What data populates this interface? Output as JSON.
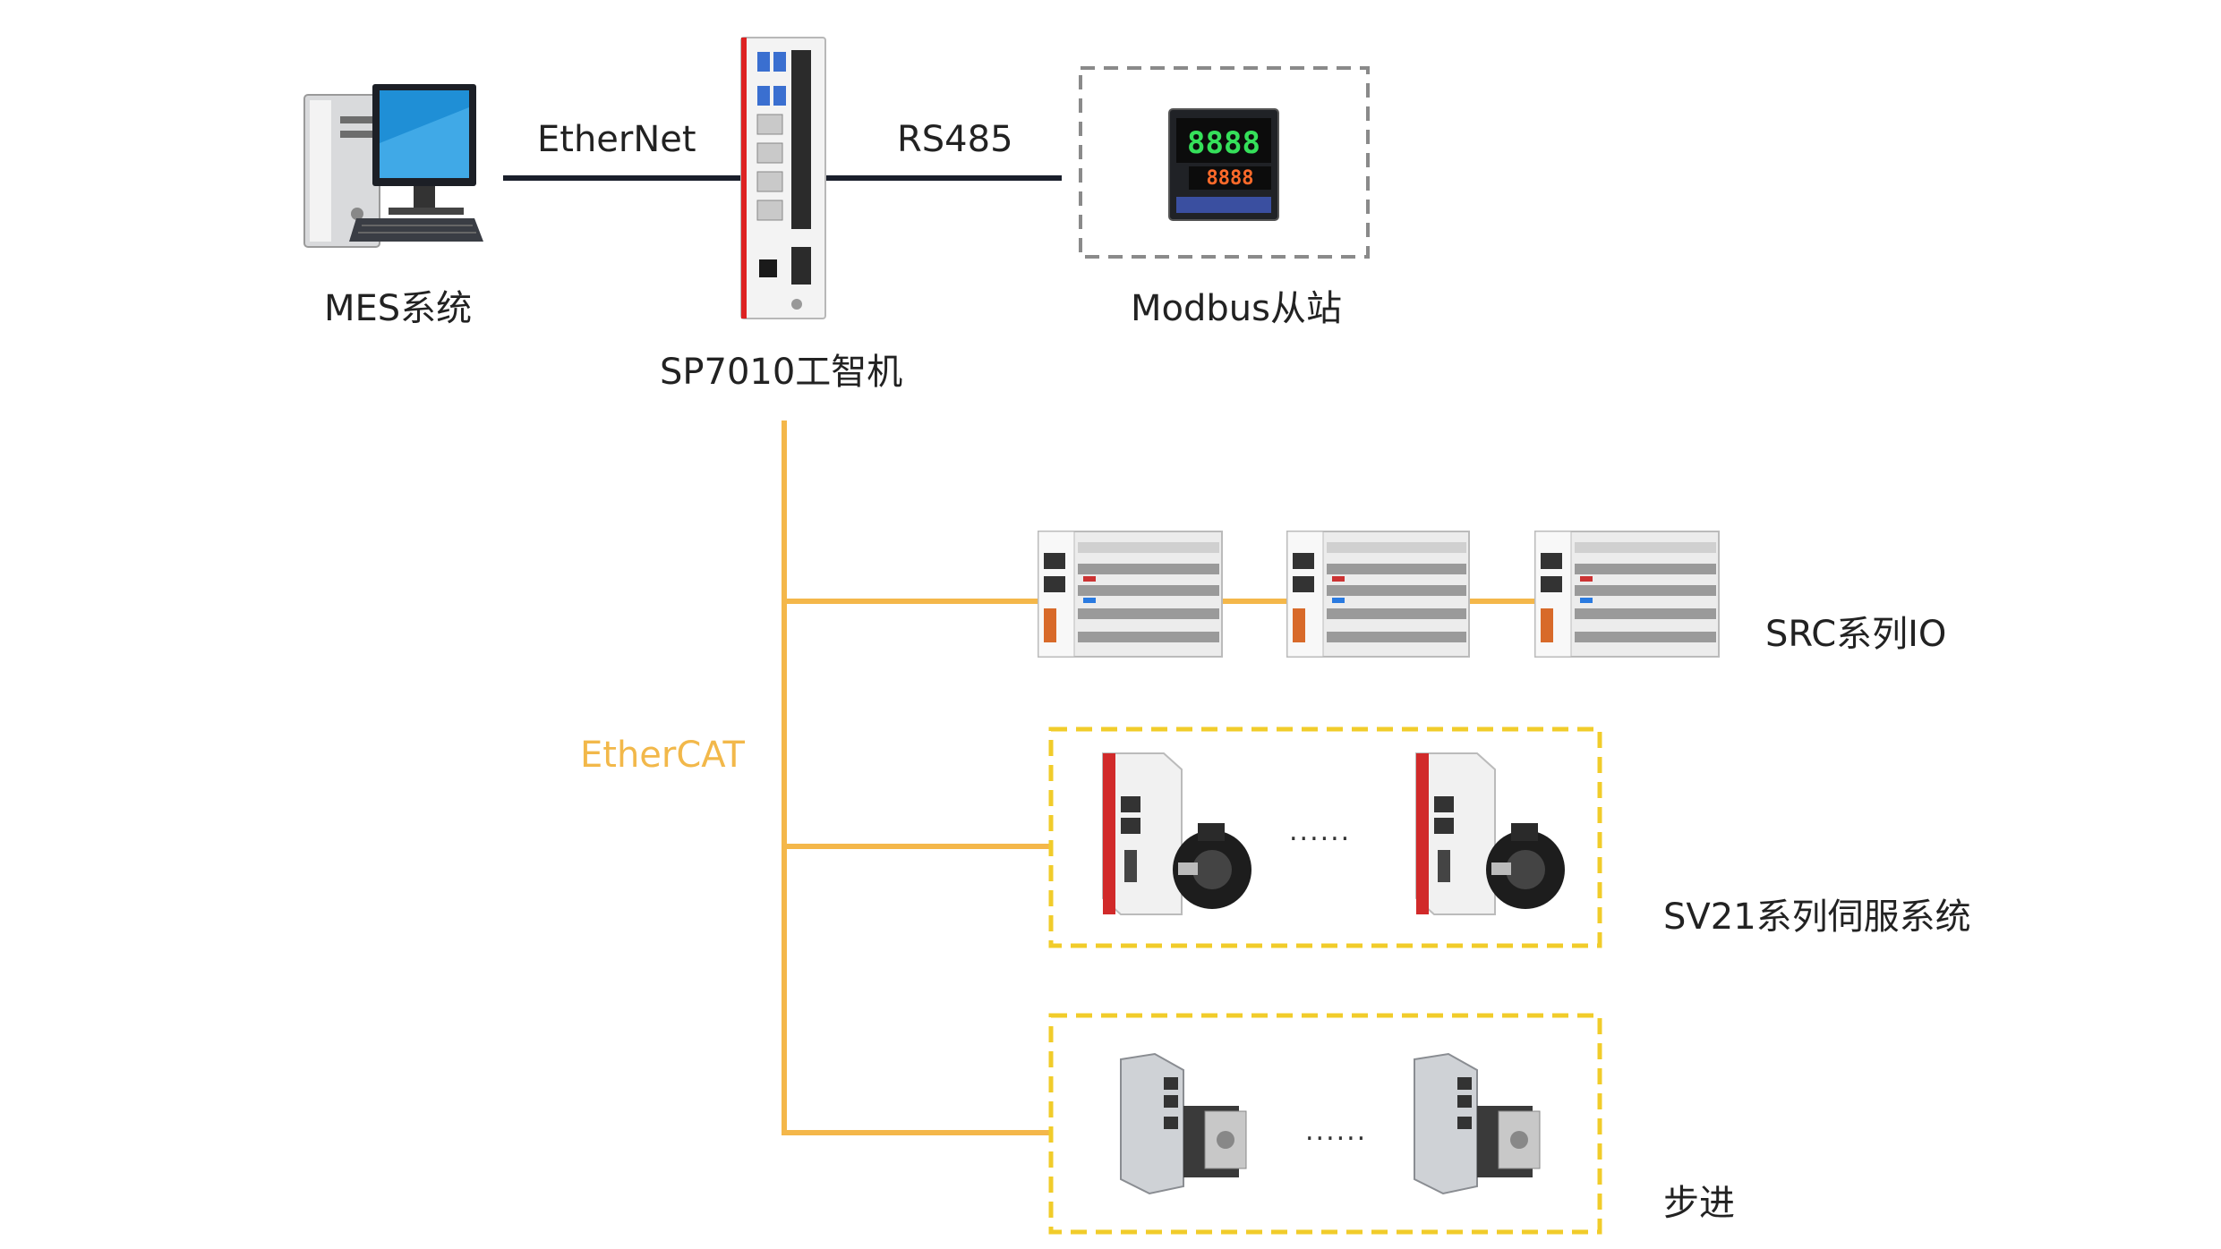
{
  "labels": {
    "mes": "MES系统",
    "ethernet": "EtherNet",
    "controller": "SP7010工智机",
    "rs485": "RS485",
    "modbus": "Modbus从站",
    "ethercat": "EtherCAT",
    "src_io": "SRC系列IO",
    "servo": "SV21系列伺服系统",
    "stepper": "步进",
    "servo_ellipsis": "......",
    "stepper_ellipsis": "......"
  },
  "colors": {
    "ethernet_line": "#1a1f2b",
    "ethercat_line": "#f4b74a",
    "group_border_yellow": "#f1cc2a",
    "modbus_border": "#8a8a8a"
  }
}
